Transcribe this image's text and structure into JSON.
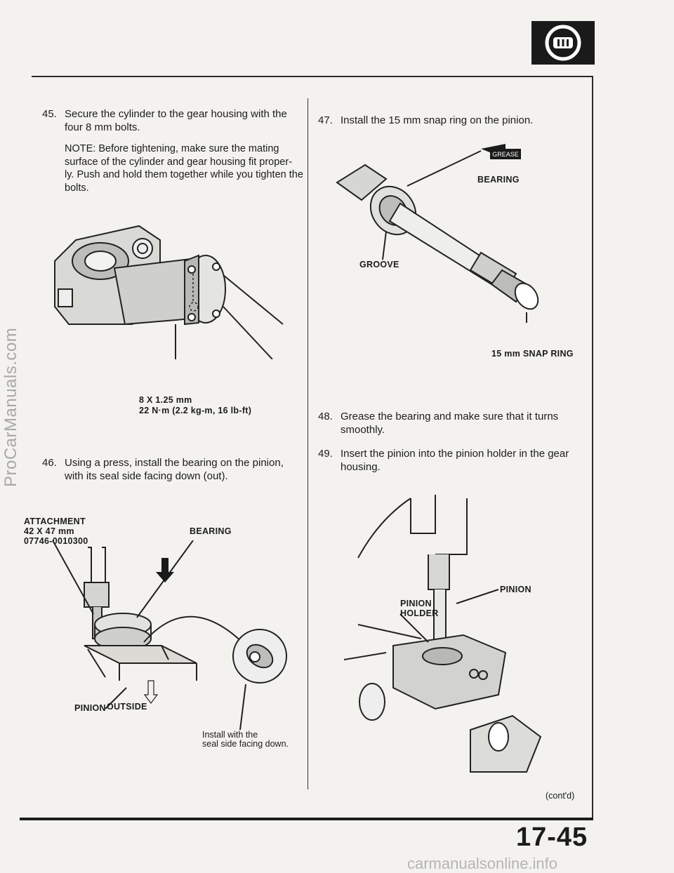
{
  "watermark_side": "ProCarManuals.com",
  "watermark_footer": "carmanualsonline.info",
  "badge_icon": "steering-wheel-icon",
  "page_number": "17-45",
  "continued": "(cont'd)",
  "left": {
    "step45": {
      "num": "45.",
      "text": "Secure the cylinder to the gear housing with the four 8 mm bolts.",
      "note": "NOTE: Before tightening, make sure the mating surface of the cylinder and gear housing fit proper- ly. Push and hold them together while you tighten the bolts."
    },
    "fig1": {
      "spec1": "8 X 1.25 mm",
      "spec2": "22 N·m (2.2 kg-m, 16 lb-ft)"
    },
    "step46": {
      "num": "46.",
      "text": "Using a press, install the bearing on the pinion, with its seal side facing down (out)."
    },
    "fig2": {
      "attachment1": "ATTACHMENT",
      "attachment2": "42 X 47 mm",
      "attachment3": "07746-0010300",
      "bearing": "BEARING",
      "pinion": "PINION",
      "outside": "OUTSIDE",
      "install1": "Install with the",
      "install2": "seal side facing down."
    }
  },
  "right": {
    "step47": {
      "num": "47.",
      "text": "Install the 15 mm snap ring on the pinion."
    },
    "fig3": {
      "grease": "GREASE",
      "bearing": "BEARING",
      "groove": "GROOVE",
      "snap_ring": "15 mm SNAP RING"
    },
    "step48": {
      "num": "48.",
      "text": "Grease the bearing and make sure that it turns smoothly."
    },
    "step49": {
      "num": "49.",
      "text": "Insert the pinion into the pinion holder in the gear housing."
    },
    "fig4": {
      "pinion": "PINION",
      "holder1": "PINION",
      "holder2": "HOLDER"
    }
  }
}
